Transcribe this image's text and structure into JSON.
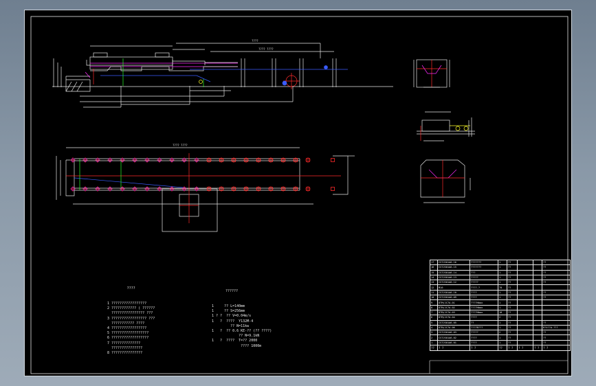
{
  "notes_left": {
    "heading": "????",
    "lines": [
      "1 ?????????????????",
      "2 ???????????? ( ??????",
      "  ???????????????? ???",
      "3 ????????????????? ???",
      "  ??????????? ????",
      "4 ?????????????????",
      "5 ??????????????????",
      "6 ??????????????????",
      "7 ??????????????",
      "  ???????????????",
      "8 ???????????????"
    ]
  },
  "notes_right": {
    "heading": "??????",
    "lines": [
      "1     ?? L=140mm",
      "1     ?? S=256mm",
      "1 ? ?  ?? V=0.04m/s",
      "1   ?  ????  Y132M-4",
      "         ?? N=11kw",
      "1   ?  ?? 0.6 KE-?? (?? ????)",
      "             ?? N=9.1kN",
      "1   ?  ????  T=?? 2000",
      "              ???? 1000m"
    ]
  },
  "bom": {
    "rows": [
      [
        "17",
        "CSTJS01A6-16",
        "???????",
        "1",
        "??",
        "",
        "",
        "??"
      ],
      [
        "16",
        "CSTJS01A6-15",
        "???????",
        "1",
        "??",
        "",
        "",
        "??"
      ],
      [
        "15",
        "CSTJS01A6-14",
        "???",
        "1",
        "??",
        "",
        "",
        "??"
      ],
      [
        "14",
        "CSTJS01A6-13",
        "?????",
        "1",
        "??",
        "",
        "",
        "??"
      ],
      [
        "13",
        "CSTJS01A6-12",
        "?????",
        "1",
        "??",
        "",
        "",
        "??"
      ],
      [
        "12",
        "M16",
        "????-?",
        "70",
        "??",
        "",
        "",
        ""
      ],
      [
        "11",
        "CSTJS01A6-10",
        "????",
        "1",
        "??",
        "",
        "",
        "??"
      ],
      [
        "10",
        "CSTJS01A6-09",
        "????",
        "1",
        "??",
        "",
        "",
        "??"
      ],
      [
        "9",
        "DTM/JC7A-01",
        "????Hbox",
        "1",
        "??",
        "",
        "",
        ""
      ],
      [
        "8",
        "DTM/JC7A-02",
        "????Hbox",
        "1",
        "??",
        "",
        "",
        ""
      ],
      [
        "7",
        "DTM/JC7A-03",
        "????Hbox",
        "18",
        "??",
        "",
        "",
        ""
      ],
      [
        "6",
        "DTM/JC7A-04",
        "????",
        "2",
        "??",
        "",
        "",
        ""
      ],
      [
        "5",
        "CSTJS01A6-05",
        "??",
        "1",
        "??",
        "",
        "",
        "??"
      ],
      [
        "4",
        "DTM/JC7A-06",
        "????B???",
        "1",
        "??",
        "",
        "",
        "B?4??A-???"
      ],
      [
        "3",
        "CSTJS01A6-03",
        "?????",
        "2",
        "??",
        "",
        "",
        "??"
      ],
      [
        "2",
        "CSTJS01A6-02",
        "????",
        "1",
        "??",
        "",
        "",
        "??"
      ],
      [
        "1",
        "CSTJS01A6-01",
        "????",
        "1",
        "??",
        "",
        "",
        "??"
      ]
    ],
    "header": [
      "??",
      "?  ?",
      "?  ?",
      "??",
      "?  ?",
      "?  ?",
      "?  ?",
      "?  ?"
    ]
  },
  "drawing_labels": {
    "top_dim": "????",
    "top_dim2": "????  ????",
    "plan_dim": "???? ????"
  },
  "colors": {
    "background": "#000000",
    "line_white": "#e8e8e8",
    "line_red": "#ff2a2a",
    "line_blue": "#3a5cff",
    "line_magenta": "#ff2aff",
    "line_cyan": "#00ffff",
    "line_green": "#2aff2a",
    "line_yellow": "#ffff2a"
  }
}
